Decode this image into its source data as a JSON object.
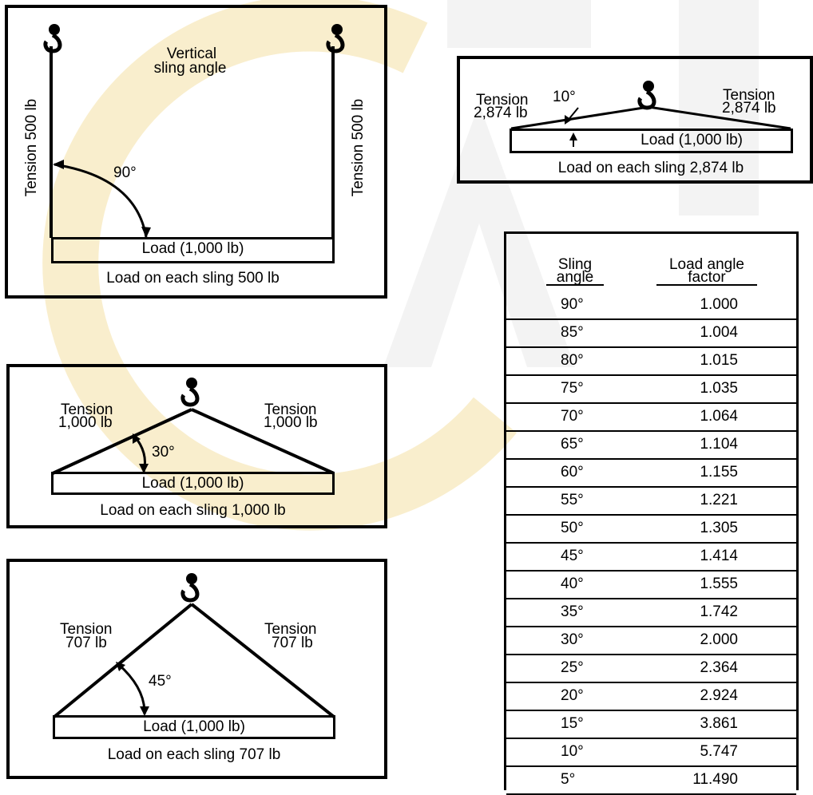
{
  "colors": {
    "ink": "#000000",
    "watermark": "#f7e6b8",
    "watermark_gray": "#eeeeee"
  },
  "panel_vertical": {
    "title": "Vertical\nsling angle",
    "title_line1": "Vertical",
    "title_line2": "sling angle",
    "tension_left": "Tension 500 lb",
    "tension_right": "Tension 500 lb",
    "angle": "90°",
    "load": "Load (1,000 lb)",
    "caption": "Load on each sling 500 lb"
  },
  "panel_10deg": {
    "tension_left_1": "Tension",
    "tension_left_2": "2,874 lb",
    "angle": "10°",
    "tension_right_1": "Tension",
    "tension_right_2": "2,874 lb",
    "load": "Load (1,000 lb)",
    "caption": "Load on each sling 2,874 lb"
  },
  "panel_30deg": {
    "tension_left_1": "Tension",
    "tension_left_2": "1,000 lb",
    "tension_right_1": "Tension",
    "tension_right_2": "1,000 lb",
    "angle": "30°",
    "load": "Load (1,000 lb)",
    "caption": "Load on each sling 1,000 lb"
  },
  "panel_45deg": {
    "tension_left_1": "Tension",
    "tension_left_2": "707 lb",
    "tension_right_1": "Tension",
    "tension_right_2": "707 lb",
    "angle": "45°",
    "load": "Load (1,000 lb)",
    "caption": "Load on each sling 707 lb"
  },
  "table": {
    "header_angle_1": "Sling",
    "header_angle_2": "angle",
    "header_factor_1": "Load angle",
    "header_factor_2": "factor",
    "rows": [
      {
        "angle": "90°",
        "factor": "1.000"
      },
      {
        "angle": "85°",
        "factor": "1.004"
      },
      {
        "angle": "80°",
        "factor": "1.015"
      },
      {
        "angle": "75°",
        "factor": "1.035"
      },
      {
        "angle": "70°",
        "factor": "1.064"
      },
      {
        "angle": "65°",
        "factor": "1.104"
      },
      {
        "angle": "60°",
        "factor": "1.155"
      },
      {
        "angle": "55°",
        "factor": "1.221"
      },
      {
        "angle": "50°",
        "factor": "1.305"
      },
      {
        "angle": "45°",
        "factor": "1.414"
      },
      {
        "angle": "40°",
        "factor": "1.555"
      },
      {
        "angle": "35°",
        "factor": "1.742"
      },
      {
        "angle": "30°",
        "factor": "2.000"
      },
      {
        "angle": "25°",
        "factor": "2.364"
      },
      {
        "angle": "20°",
        "factor": "2.924"
      },
      {
        "angle": "15°",
        "factor": "3.861"
      },
      {
        "angle": "10°",
        "factor": "5.747"
      },
      {
        "angle": "5°",
        "factor": "11.490"
      }
    ]
  }
}
